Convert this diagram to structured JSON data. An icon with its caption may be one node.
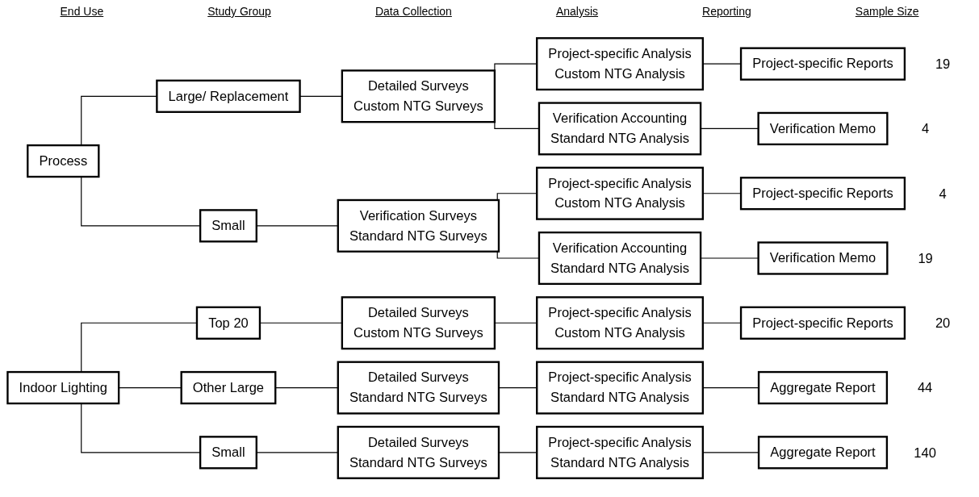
{
  "diagram": {
    "nodes": [
      {
        "text": [
          "Process"
        ]
      },
      {
        "text": [
          "Large/ Replacement"
        ]
      },
      {
        "text": [
          "Detailed Surveys",
          "Custom NTG Surveys"
        ]
      },
      {
        "text": [
          "Project-specific Analysis",
          "Custom NTG Analysis"
        ]
      },
      {
        "text": [
          "Project-specific Reports"
        ],
        "beside": [
          "19"
        ]
      },
      {
        "text": [
          "Verification Accounting",
          "Standard NTG Analysis"
        ]
      },
      {
        "text": [
          "Verification Memo"
        ],
        "beside": [
          "4"
        ]
      },
      {
        "text": [
          "Small"
        ]
      },
      {
        "text": [
          "Verification Surveys",
          "Standard NTG Surveys"
        ]
      },
      {
        "text": [
          "Project-specific Analysis",
          "Custom NTG Analysis"
        ]
      },
      {
        "text": [
          "Project-specific Reports"
        ],
        "beside": [
          "4"
        ]
      },
      {
        "text": [
          "Verification Accounting",
          "Standard NTG Analysis"
        ]
      },
      {
        "text": [
          "Verification Memo"
        ],
        "beside": [
          "19"
        ]
      },
      {
        "text": [
          "Indoor Lighting"
        ]
      },
      {
        "text": [
          "Top 20"
        ]
      },
      {
        "text": [
          "Detailed Surveys",
          "Custom NTG Surveys"
        ]
      },
      {
        "text": [
          "Project-specific Analysis",
          "Custom NTG Analysis"
        ]
      },
      {
        "text": [
          "Project-specific Reports"
        ],
        "beside": [
          "20"
        ]
      },
      {
        "text": [
          "Other Large"
        ]
      },
      {
        "text": [
          "Detailed Surveys",
          "Standard NTG Surveys"
        ]
      },
      {
        "text": [
          "Project-specific Analysis",
          "Standard NTG Analysis"
        ]
      },
      {
        "text": [
          "Aggregate Report"
        ],
        "beside": [
          "44"
        ]
      },
      {
        "text": [
          "Small"
        ]
      },
      {
        "text": [
          "Detailed Surveys",
          "Standard NTG Surveys"
        ]
      },
      {
        "text": [
          "Project-specific Analysis",
          "Standard NTG Analysis"
        ]
      },
      {
        "text": [
          "Aggregate Report"
        ],
        "beside": [
          "140"
        ]
      }
    ],
    "edges": [
      {
        "from": 0,
        "to": 1,
        "arrow": "none"
      },
      {
        "from": 0,
        "to": 7,
        "arrow": "none"
      },
      {
        "from": 1,
        "to": 2,
        "arrow": "none"
      },
      {
        "from": 2,
        "to": 3,
        "arrow": "none"
      },
      {
        "from": 2,
        "to": 5,
        "arrow": "none"
      },
      {
        "from": 3,
        "to": 4,
        "arrow": "none"
      },
      {
        "from": 5,
        "to": 6,
        "arrow": "none"
      },
      {
        "from": 7,
        "to": 8,
        "arrow": "none"
      },
      {
        "from": 8,
        "to": 9,
        "arrow": "none"
      },
      {
        "from": 8,
        "to": 11,
        "arrow": "none"
      },
      {
        "from": 9,
        "to": 10,
        "arrow": "none"
      },
      {
        "from": 11,
        "to": 12,
        "arrow": "none"
      },
      {
        "from": 13,
        "to": 14,
        "arrow": "none"
      },
      {
        "from": 13,
        "to": 18,
        "arrow": "none"
      },
      {
        "from": 13,
        "to": 22,
        "arrow": "none"
      },
      {
        "from": 14,
        "to": 15,
        "arrow": "none"
      },
      {
        "from": 15,
        "to": 16,
        "arrow": "none"
      },
      {
        "from": 16,
        "to": 17,
        "arrow": "none"
      },
      {
        "from": 18,
        "to": 19,
        "arrow": "none"
      },
      {
        "from": 19,
        "to": 20,
        "arrow": "none"
      },
      {
        "from": 20,
        "to": 21,
        "arrow": "none"
      },
      {
        "from": 22,
        "to": 23,
        "arrow": "none"
      },
      {
        "from": 23,
        "to": 24,
        "arrow": "none"
      },
      {
        "from": 24,
        "to": 25,
        "arrow": "none"
      }
    ],
    "labels": [
      "End Use",
      "Study Group",
      "Data Collection",
      "Analysis",
      "Reporting",
      "Sample Size"
    ]
  }
}
